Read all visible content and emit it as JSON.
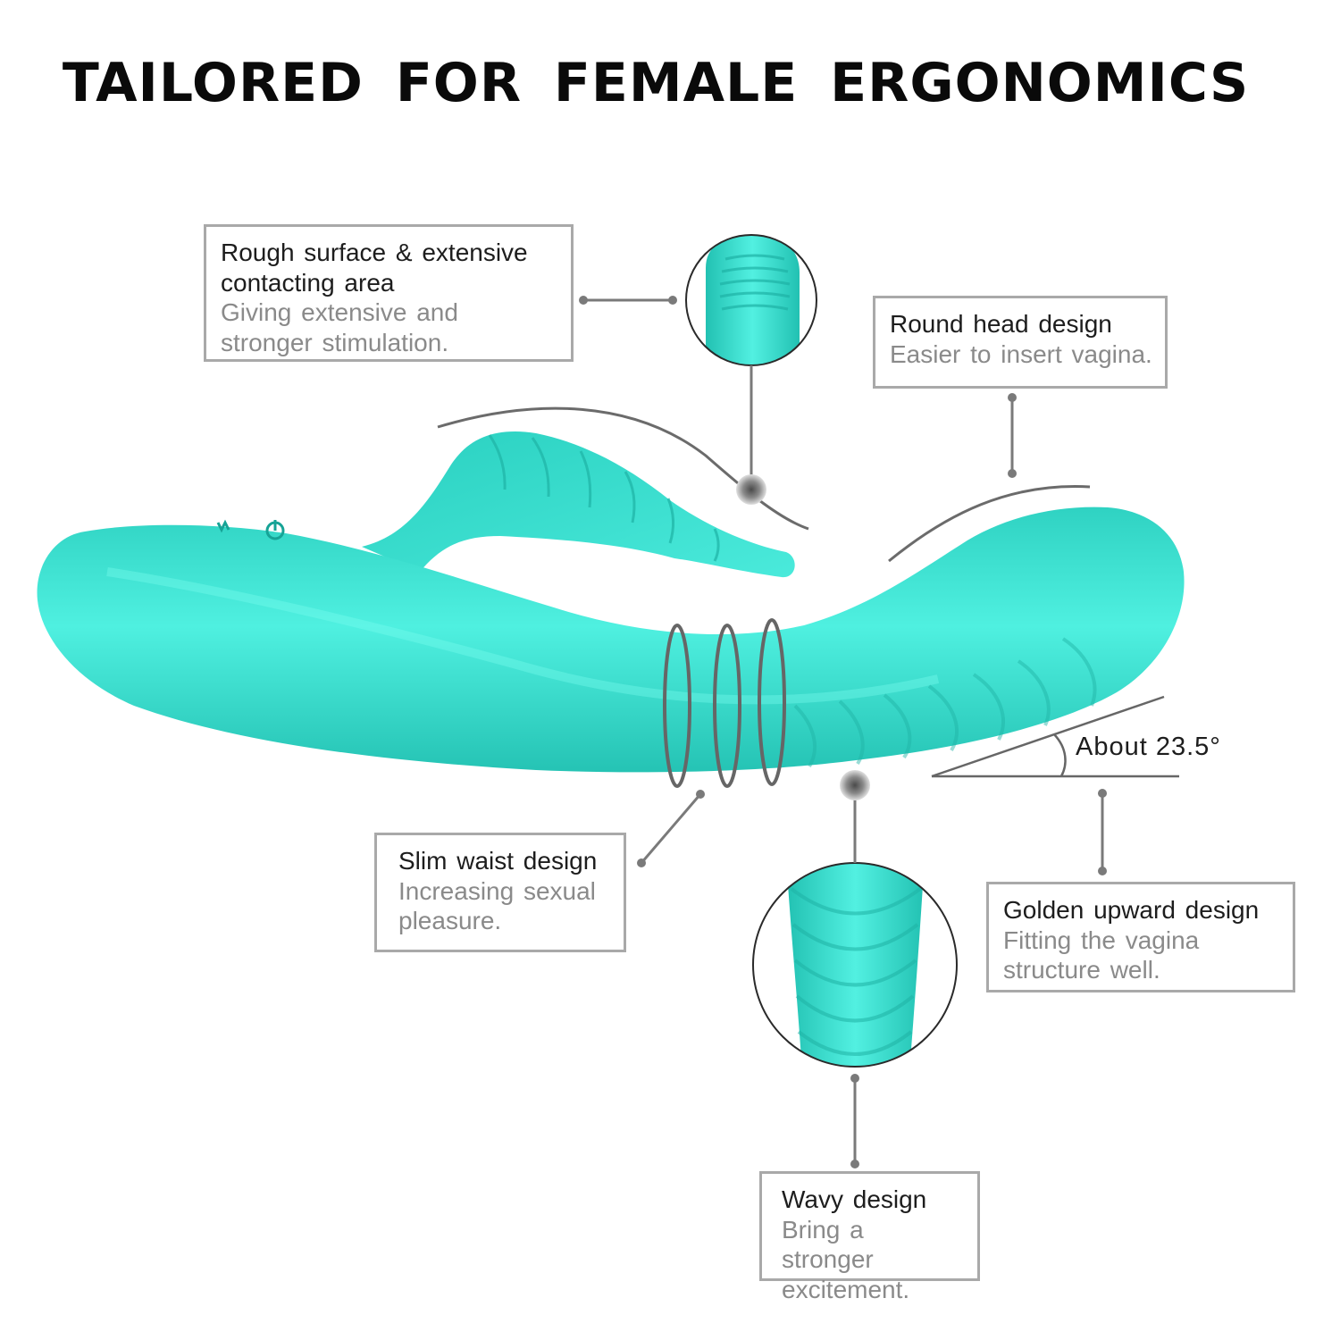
{
  "title": "TAILORED FOR FEMALE ERGONOMICS",
  "colors": {
    "product": "#3ee3d2",
    "product_dark": "#16b3a6",
    "border": "#a9a9a9",
    "callout_line": "#7a7a7a"
  },
  "callouts": {
    "rough": {
      "heading": "Rough surface & extensive contacting area",
      "text": "Giving extensive and stronger stimulation."
    },
    "round_head": {
      "heading": "Round head design",
      "text": "Easier to insert vagina."
    },
    "slim_waist": {
      "heading": "Slim waist design",
      "text": "Increasing sexual pleasure."
    },
    "golden": {
      "heading": "Golden upward design",
      "text": "Fitting the vagina structure well."
    },
    "wavy": {
      "heading": "Wavy design",
      "text": "Bring a stronger excitement."
    }
  },
  "angle_label": "About 23.5°"
}
